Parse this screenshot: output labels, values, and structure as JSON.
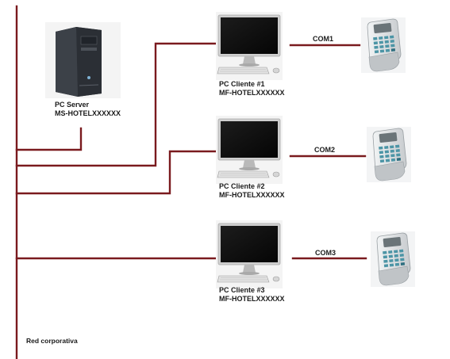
{
  "server": {
    "title": "PC Server",
    "hostname": "MS-HOTELXXXXXX"
  },
  "clients": [
    {
      "title": "PC Cliente #1",
      "hostname": "MF-HOTELXXXXXX",
      "port": "COM1"
    },
    {
      "title": "PC Cliente #2",
      "hostname": "MF-HOTELXXXXXX",
      "port": "COM2"
    },
    {
      "title": "PC Cliente #3",
      "hostname": "MF-HOTELXXXXXX",
      "port": "COM3"
    }
  ],
  "network": {
    "label": "Red corporativa"
  },
  "colors": {
    "link": "#7a1a1e",
    "tower_body": "#2d3138",
    "monitor_bezel": "#c9c9c9",
    "screen": "#121212",
    "terminal_shell": "#dfe2e4",
    "terminal_keys": "#4c95a6",
    "terminal_display": "#6a7478"
  },
  "icons": {
    "server": "tower-pc-icon",
    "client": "monitor-keyboard-icon",
    "device": "handheld-terminal-icon"
  }
}
